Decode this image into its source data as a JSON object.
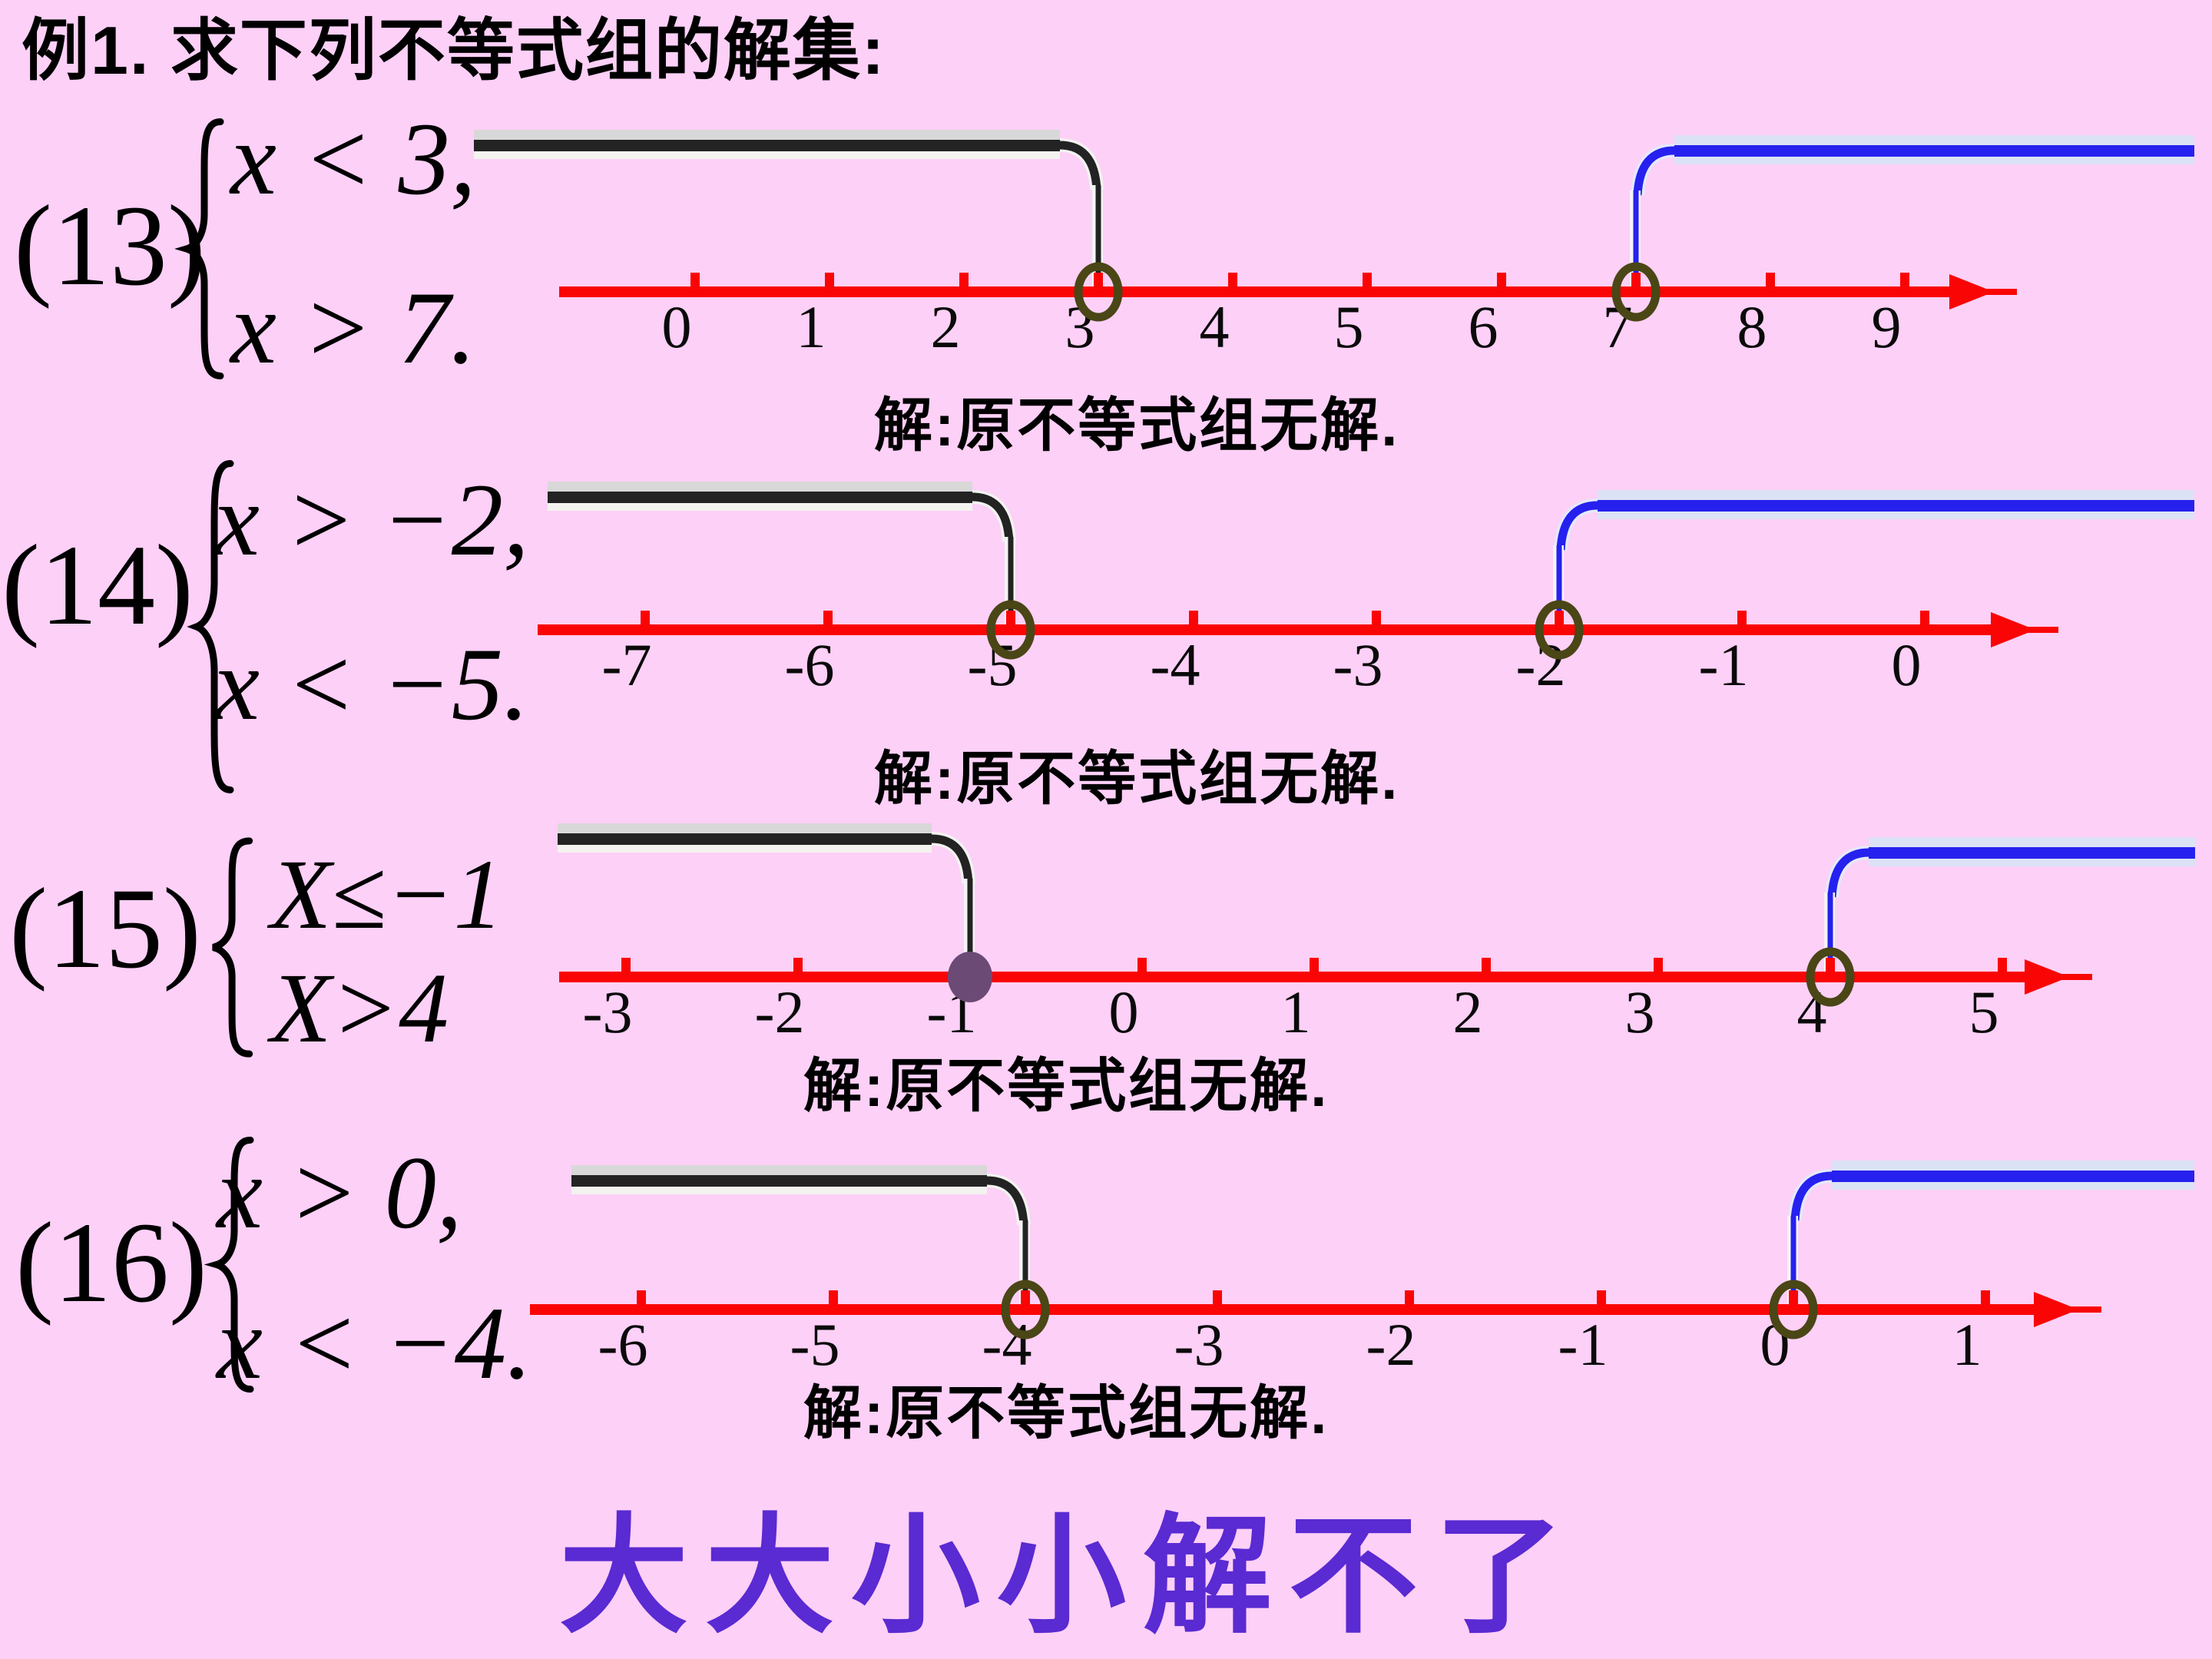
{
  "title": "例1. 求下列不等式组的解集:",
  "slogan": "大大小小解不了",
  "colors": {
    "background": "#fdd0f7",
    "axis_red": "#fa0505",
    "ray_black_core": "#232323",
    "ray_black_halo_top": "#d8d8d8",
    "ray_black_halo_bottom": "#f3f3f0",
    "ray_blue_core": "#2621ee",
    "ray_blue_halo": "#dce2f6",
    "open_circle_stroke": "#4a4616",
    "closed_dot_fill": "#6c4a76",
    "slogan_purple": "#5a2ad2",
    "text_black": "#000000"
  },
  "problems": [
    {
      "label": "(13)",
      "line1": "x < 3,",
      "line2": "x > 7.",
      "solution": "解:原不等式组无解.",
      "numberline": {
        "tick_labels": [
          "0",
          "1",
          "2",
          "3",
          "4",
          "5",
          "6",
          "7",
          "8",
          "9"
        ],
        "left_ray": {
          "color": "black",
          "boundary": 3,
          "endpoint": "open"
        },
        "right_ray": {
          "color": "blue",
          "boundary": 7,
          "endpoint": "open"
        }
      }
    },
    {
      "label": "(14)",
      "line1": "x > −2,",
      "line2": "x < −5.",
      "solution": "解:原不等式组无解.",
      "numberline": {
        "tick_labels": [
          "-7",
          "-6",
          "-5",
          "-4",
          "-3",
          "-2",
          "-1",
          "0"
        ],
        "left_ray": {
          "color": "black",
          "boundary": -5,
          "endpoint": "open"
        },
        "right_ray": {
          "color": "blue",
          "boundary": -2,
          "endpoint": "open"
        }
      }
    },
    {
      "label": "(15)",
      "line1": "X≤−1",
      "line2": "X>4",
      "solution": "解:原不等式组无解.",
      "numberline": {
        "tick_labels": [
          "-3",
          "-2",
          "-1",
          "0",
          "1",
          "2",
          "3",
          "4",
          "5"
        ],
        "left_ray": {
          "color": "black",
          "boundary": -1,
          "endpoint": "closed"
        },
        "right_ray": {
          "color": "blue",
          "boundary": 4,
          "endpoint": "open"
        }
      }
    },
    {
      "label": "(16)",
      "line1": "x > 0,",
      "line2": "x < −4.",
      "solution": "解:原不等式组无解.",
      "numberline": {
        "tick_labels": [
          "-6",
          "-5",
          "-4",
          "-3",
          "-2",
          "-1",
          "0",
          "1"
        ],
        "left_ray": {
          "color": "black",
          "boundary": -4,
          "endpoint": "open"
        },
        "right_ray": {
          "color": "blue",
          "boundary": 0,
          "endpoint": "open"
        }
      }
    }
  ]
}
